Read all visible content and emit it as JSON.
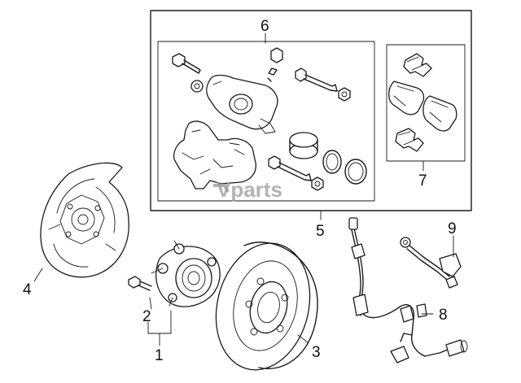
{
  "watermark": "Vparts",
  "callouts": {
    "c1": "1",
    "c2": "2",
    "c3": "3",
    "c4": "4",
    "c5": "5",
    "c6": "6",
    "c7": "7",
    "c8": "8",
    "c9": "9"
  },
  "colors": {
    "line": "#1a1a1a",
    "watermark": "#9a9a9a",
    "background": "#ffffff"
  }
}
